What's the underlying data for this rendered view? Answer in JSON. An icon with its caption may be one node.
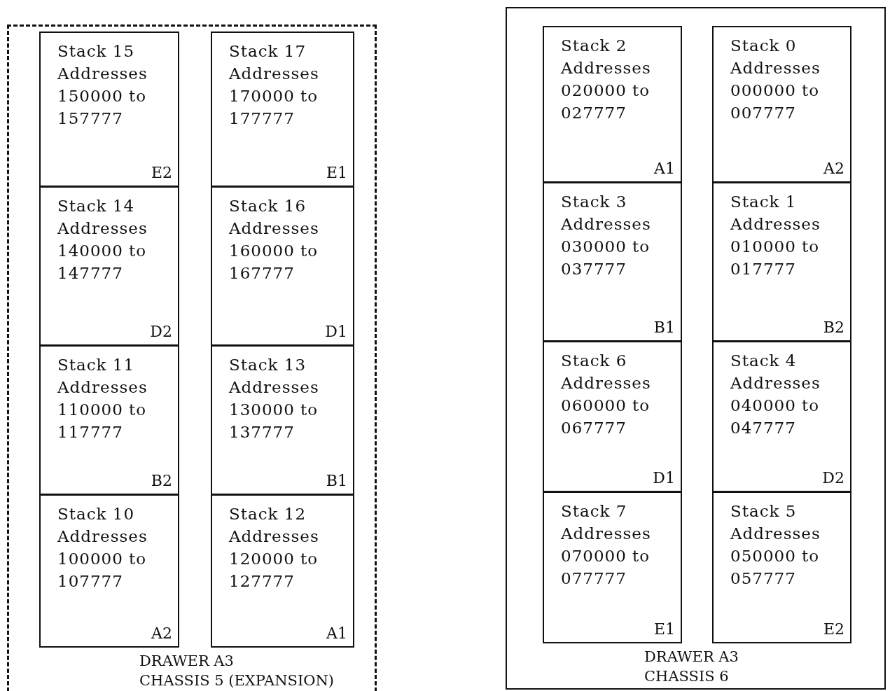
{
  "diagram": {
    "nodes": [
      {
        "text": [
          "DRAWER A3",
          "CHASSIS 5 (EXPANSION)"
        ]
      },
      {
        "text": [
          "Stack 15",
          "Addresses 150000 to 157777",
          "E2"
        ],
        "in": 0
      },
      {
        "text": [
          "Stack 17",
          "Addresses 170000 to 177777",
          "E1"
        ],
        "in": 0
      },
      {
        "text": [
          "Stack 14",
          "Addresses 140000 to 147777",
          "D2"
        ],
        "in": 0
      },
      {
        "text": [
          "Stack 16",
          "Addresses 160000 to 167777",
          "D1"
        ],
        "in": 0
      },
      {
        "text": [
          "Stack 11",
          "Addresses 110000 to 117777",
          "B2"
        ],
        "in": 0
      },
      {
        "text": [
          "Stack 13",
          "Addresses 130000 to 137777",
          "B1"
        ],
        "in": 0
      },
      {
        "text": [
          "Stack 10",
          "Addresses 100000 to 107777",
          "A2"
        ],
        "in": 0
      },
      {
        "text": [
          "Stack 12",
          "Addresses 120000 to 127777",
          "A1"
        ],
        "in": 0
      },
      {
        "text": [
          "DRAWER A3",
          "CHASSIS 6"
        ]
      },
      {
        "text": [
          "Stack 2",
          "Addresses 020000 to 027777",
          "A1"
        ],
        "in": 9
      },
      {
        "text": [
          "Stack 0",
          "Addresses 000000 to 007777",
          "A2"
        ],
        "in": 9
      },
      {
        "text": [
          "Stack 3",
          "Addresses 030000 to 037777",
          "B1"
        ],
        "in": 9
      },
      {
        "text": [
          "Stack 1",
          "Addresses 010000 to 017777",
          "B2"
        ],
        "in": 9
      },
      {
        "text": [
          "Stack 6",
          "Addresses 060000 to 067777",
          "D1"
        ],
        "in": 9
      },
      {
        "text": [
          "Stack 4",
          "Addresses 040000 to 047777",
          "D2"
        ],
        "in": 9
      },
      {
        "text": [
          "Stack 7",
          "Addresses 070000 to 077777",
          "E1"
        ],
        "in": 9
      },
      {
        "text": [
          "Stack 5",
          "Addresses 050000 to 057777",
          "E2"
        ],
        "in": 9
      }
    ],
    "edges": []
  }
}
